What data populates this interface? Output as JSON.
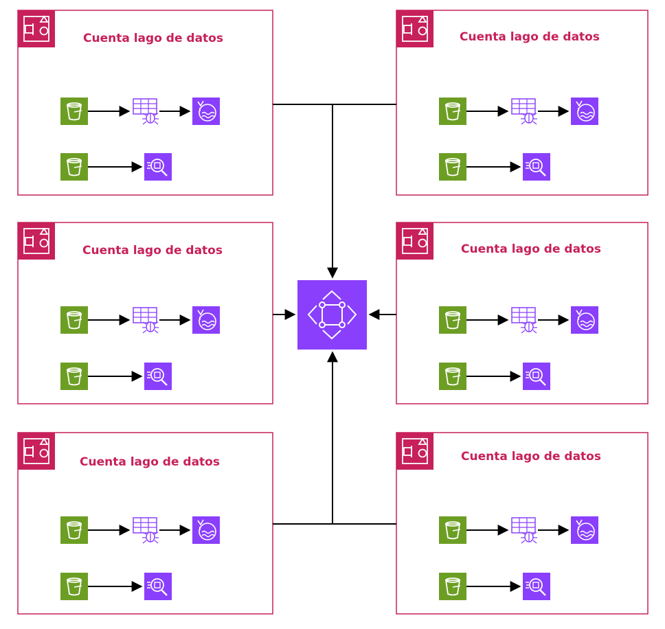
{
  "diagram": {
    "account_title": "Cuenta lago de datos",
    "colors": {
      "account_border": "#c7205a",
      "account_title": "#c7205a",
      "storage_tile": "#6d9e24",
      "analytics_tile": "#8a3ffc",
      "arrow": "#000000",
      "icon_line": "#ffffff"
    },
    "icons": {
      "account": "account-group-icon",
      "bucket": "s3-bucket-icon",
      "crawler": "glue-crawler-icon",
      "catalog": "lake-formation-catalog-icon",
      "query": "athena-query-icon",
      "hub": "lake-formation-central-icon"
    },
    "accounts": [
      {
        "title": "Cuenta lago de datos"
      },
      {
        "title": "Cuenta lago de datos"
      },
      {
        "title": "Cuenta lago de datos"
      },
      {
        "title": "Cuenta lago de datos"
      },
      {
        "title": "Cuenta lago de datos"
      },
      {
        "title": "Cuenta lago de datos"
      }
    ]
  }
}
